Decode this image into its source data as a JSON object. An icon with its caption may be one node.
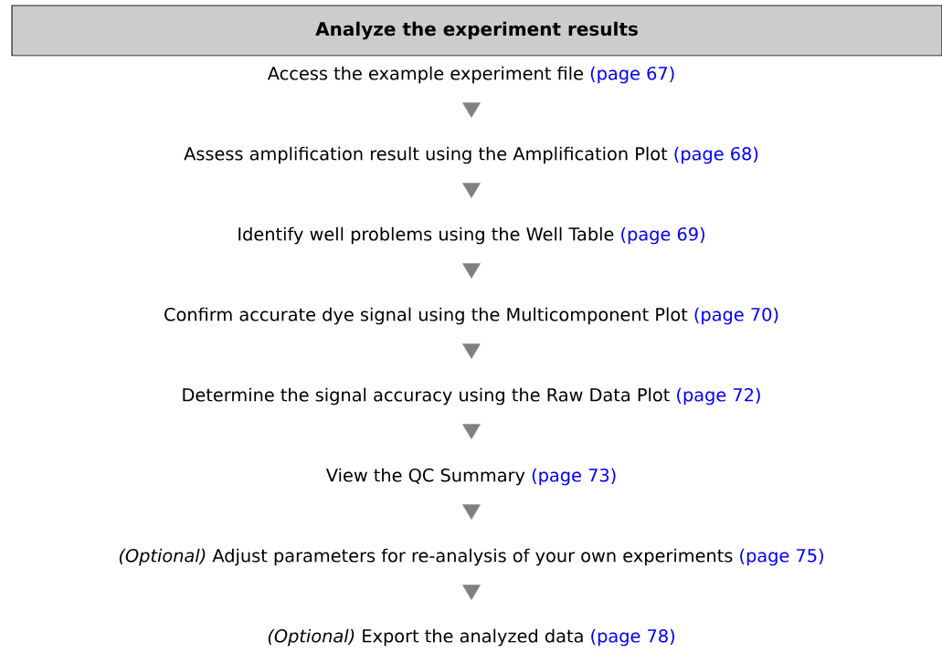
{
  "diagram": {
    "title": "Analyze the experiment results",
    "nodes": [
      {
        "text": [
          "Access the example experiment file"
        ],
        "beside": [
          "(page 67)"
        ]
      },
      {
        "text": [
          "Assess amplification result using the Amplification Plot"
        ],
        "beside": [
          "(page 68)"
        ]
      },
      {
        "text": [
          "Identify well problems using the Well Table"
        ],
        "beside": [
          "(page 69)"
        ]
      },
      {
        "text": [
          "Confirm accurate dye signal using the Multicomponent Plot"
        ],
        "beside": [
          "(page 70)"
        ]
      },
      {
        "text": [
          "Determine the signal accuracy using the Raw Data Plot"
        ],
        "beside": [
          "(page 72)"
        ]
      },
      {
        "text": [
          "View the QC Summary"
        ],
        "beside": [
          "(page 73)"
        ]
      },
      {
        "text": [
          "*(Optional)* Adjust parameters for re-analysis of your own experiments"
        ],
        "beside": [
          "(page 75)"
        ]
      },
      {
        "text": [
          "*(Optional)* Export the analyzed data"
        ],
        "beside": [
          "(page 78)"
        ]
      }
    ],
    "edges": [
      {
        "from": 0,
        "to": 1,
        "arrow": "to"
      },
      {
        "from": 1,
        "to": 2,
        "arrow": "to"
      },
      {
        "from": 2,
        "to": 3,
        "arrow": "to"
      },
      {
        "from": 3,
        "to": 4,
        "arrow": "to"
      },
      {
        "from": 4,
        "to": 5,
        "arrow": "to"
      },
      {
        "from": 5,
        "to": 6,
        "arrow": "to"
      },
      {
        "from": 6,
        "to": 7,
        "arrow": "to"
      }
    ]
  }
}
